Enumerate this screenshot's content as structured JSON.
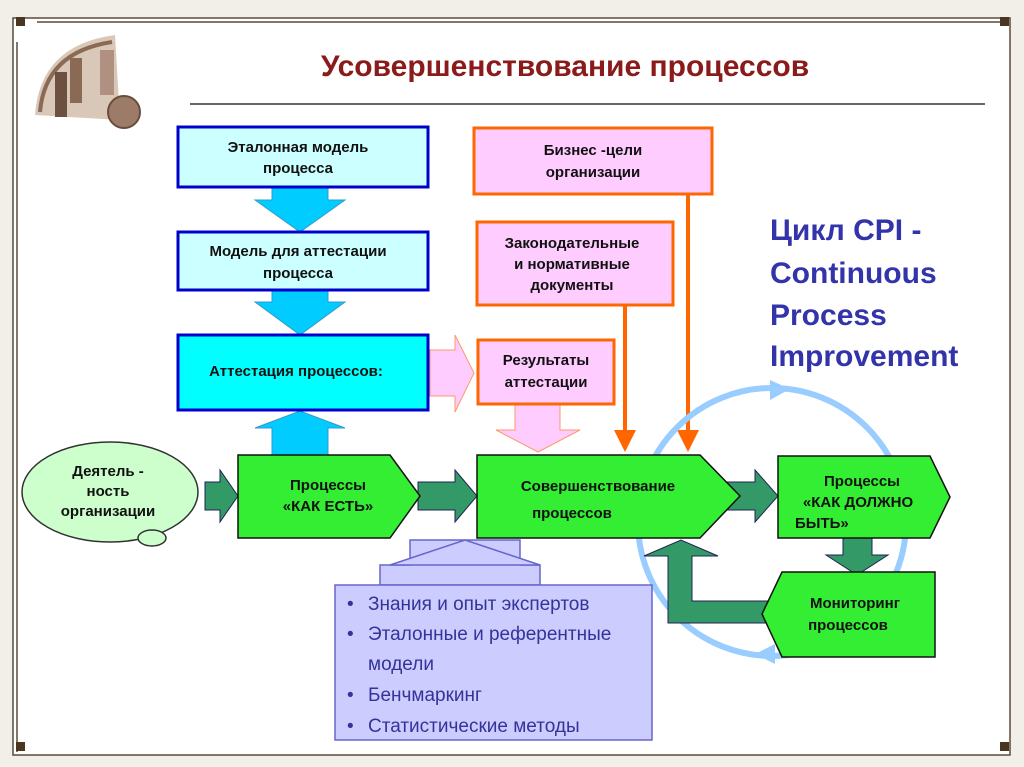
{
  "title": "Усовершенствование процессов",
  "boxes": {
    "reference_model": [
      "Эталонная модель",
      "процесса"
    ],
    "assessment_model": [
      "Модель для аттестации",
      "процесса"
    ],
    "assessment": "Аттестация процессов:",
    "business_goals": [
      "Бизнес -цели",
      "организации"
    ],
    "regulations": [
      "Законодательные",
      "и нормативные",
      "документы"
    ],
    "assessment_results": [
      "Результаты",
      "аттестации"
    ],
    "activity": [
      "Деятель -",
      "ность",
      "организации"
    ],
    "as_is": [
      "Процессы",
      "«КАК ЕСТЬ»"
    ],
    "improvement": [
      "Совершенствование",
      "процессов"
    ],
    "to_be": [
      "Процессы",
      "«КАК ДОЛЖНО",
      "БЫТЬ»"
    ],
    "monitoring": [
      "Мониторинг",
      "процессов"
    ]
  },
  "inputs_list": [
    "Знания и опыт экспертов",
    "Эталонные и референтные",
    "модели",
    "Бенчмаркинг",
    "Статистические методы"
  ],
  "cpi_caption": [
    "Цикл CPI -",
    "Continuous",
    "Process",
    "Improvement"
  ],
  "colors": {
    "title": "#8b1a1a",
    "blue_border": "#0000cc",
    "cyan": "#00ffff",
    "orange": "#ff6600",
    "pink": "#ffccff",
    "green": "#33ff33",
    "dark_green": "#339966",
    "cycle": "#99ccff",
    "lavender": "#ccccff"
  }
}
